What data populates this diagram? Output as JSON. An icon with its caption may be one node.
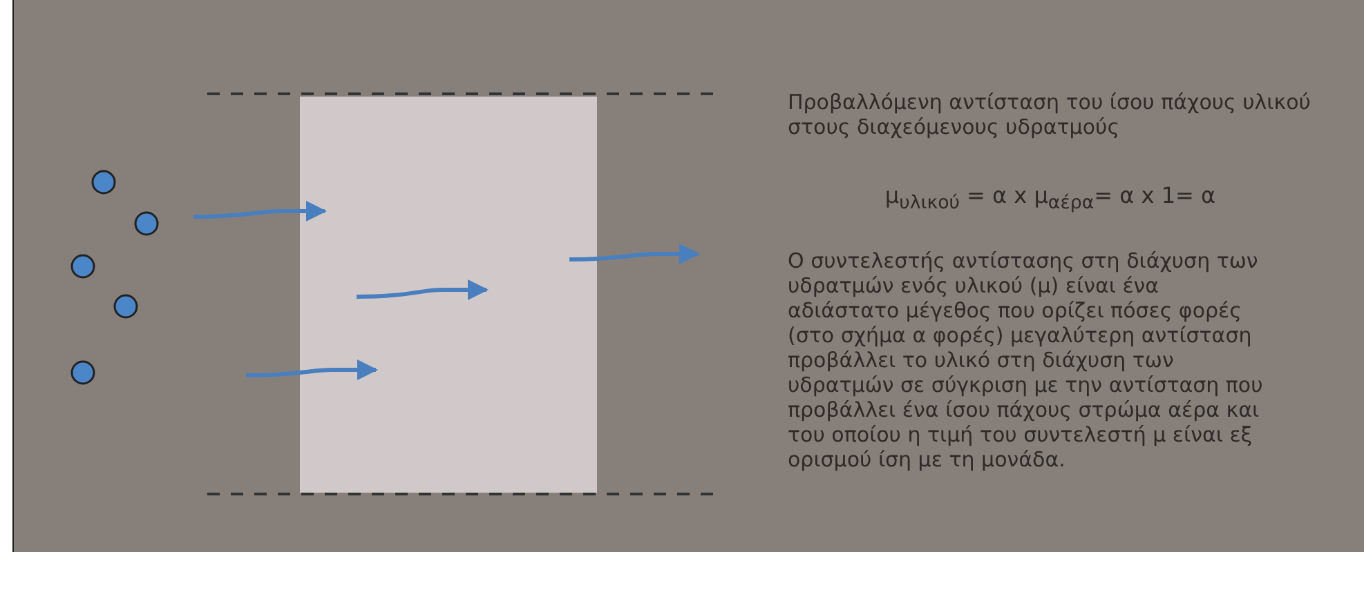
{
  "diagram": {
    "labels": [
      "Προβαλλόμενη αντίσταση του ίσου πάχους υλικού στους διαχεόμενους υδρατμούς",
      "μ$_{υλικού}$ = α x μ$_{αέρα}$= α x 1= α",
      "Ο συντελεστής αντίστασης στη διάχυση των υδρατμών ενός υλικού (μ) είναι ένα αδιάστατο μέγεθος που ορίζει πόσες φορές (στο σχήμα α φορές) μεγαλύτερη αντίσταση προβάλλει το υλικό στη διάχυση των υδρατμών σε σύγκριση με την αντίσταση που προβάλλει ένα ίσου πάχους στρώμα αέρα και του οποίου η τιμή του συντελεστή μ είναι εξ ορισμού ίση με τη μονάδα."
    ]
  }
}
